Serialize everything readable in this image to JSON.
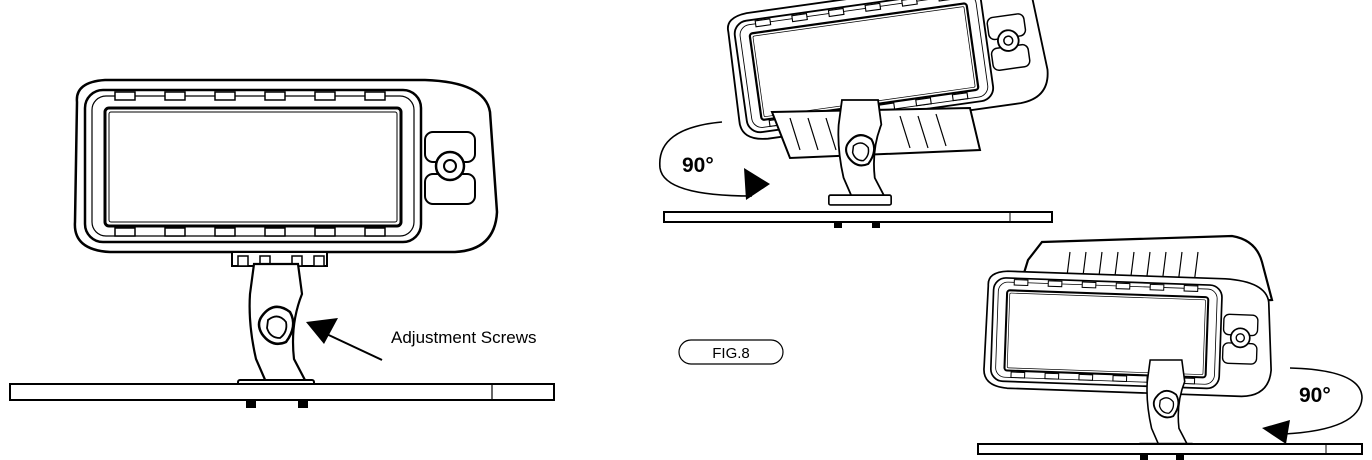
{
  "labels": {
    "adjustment_screws": "Adjustment Screws",
    "figure": "FIG.8",
    "rotation_upper": "90°",
    "rotation_lower": "90°"
  },
  "colors": {
    "line": "#000000",
    "panel": "#ffffff"
  }
}
